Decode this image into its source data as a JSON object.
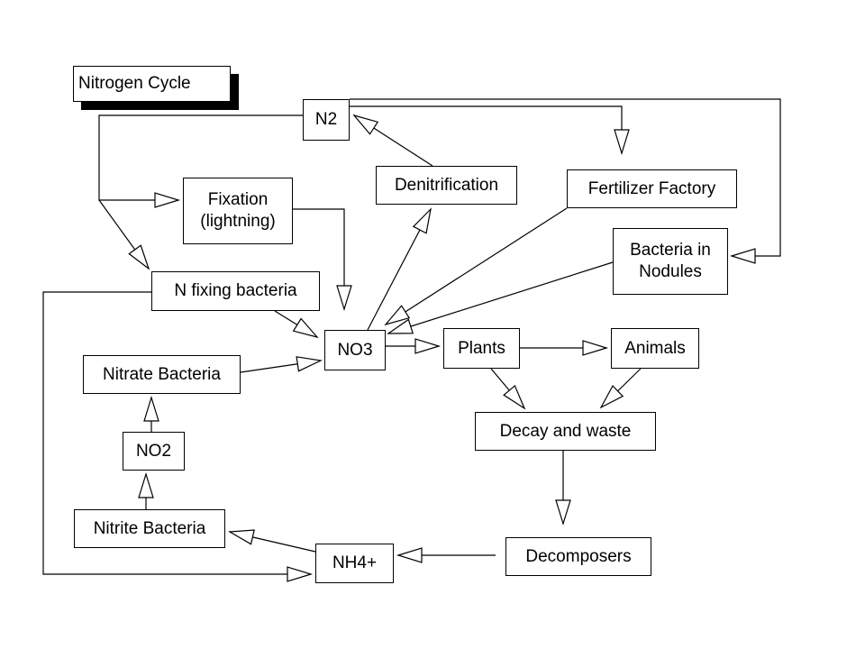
{
  "title": "Nitrogen Cycle",
  "nodes": {
    "n2": "N2",
    "fixation": "Fixation\n(lightning)",
    "denitrification": "Denitrification",
    "fertilizer": "Fertilizer Factory",
    "nodules": "Bacteria in\nNodules",
    "n_fixing": "N fixing bacteria",
    "no3": "NO3",
    "plants": "Plants",
    "animals": "Animals",
    "nitrate_bacteria": "Nitrate Bacteria",
    "decay": "Decay and waste",
    "no2": "NO2",
    "nitrite_bacteria": "Nitrite Bacteria",
    "nh4": "NH4+",
    "decomposers": "Decomposers"
  },
  "edges": [
    {
      "from": "n2",
      "to": "fixation"
    },
    {
      "from": "n2",
      "to": "n_fixing"
    },
    {
      "from": "n2",
      "to": "fertilizer"
    },
    {
      "from": "n2",
      "to": "nodules"
    },
    {
      "from": "fixation",
      "to": "no3"
    },
    {
      "from": "no3",
      "to": "denitrification"
    },
    {
      "from": "denitrification",
      "to": "n2"
    },
    {
      "from": "fertilizer",
      "to": "no3"
    },
    {
      "from": "nodules",
      "to": "no3"
    },
    {
      "from": "n_fixing",
      "to": "no3"
    },
    {
      "from": "n_fixing",
      "to": "nh4"
    },
    {
      "from": "no3",
      "to": "plants"
    },
    {
      "from": "plants",
      "to": "animals"
    },
    {
      "from": "plants",
      "to": "decay"
    },
    {
      "from": "animals",
      "to": "decay"
    },
    {
      "from": "decay",
      "to": "decomposers"
    },
    {
      "from": "decomposers",
      "to": "nh4"
    },
    {
      "from": "nh4",
      "to": "nitrite_bacteria"
    },
    {
      "from": "nitrite_bacteria",
      "to": "no2"
    },
    {
      "from": "no2",
      "to": "nitrate_bacteria"
    },
    {
      "from": "nitrate_bacteria",
      "to": "no3"
    }
  ]
}
